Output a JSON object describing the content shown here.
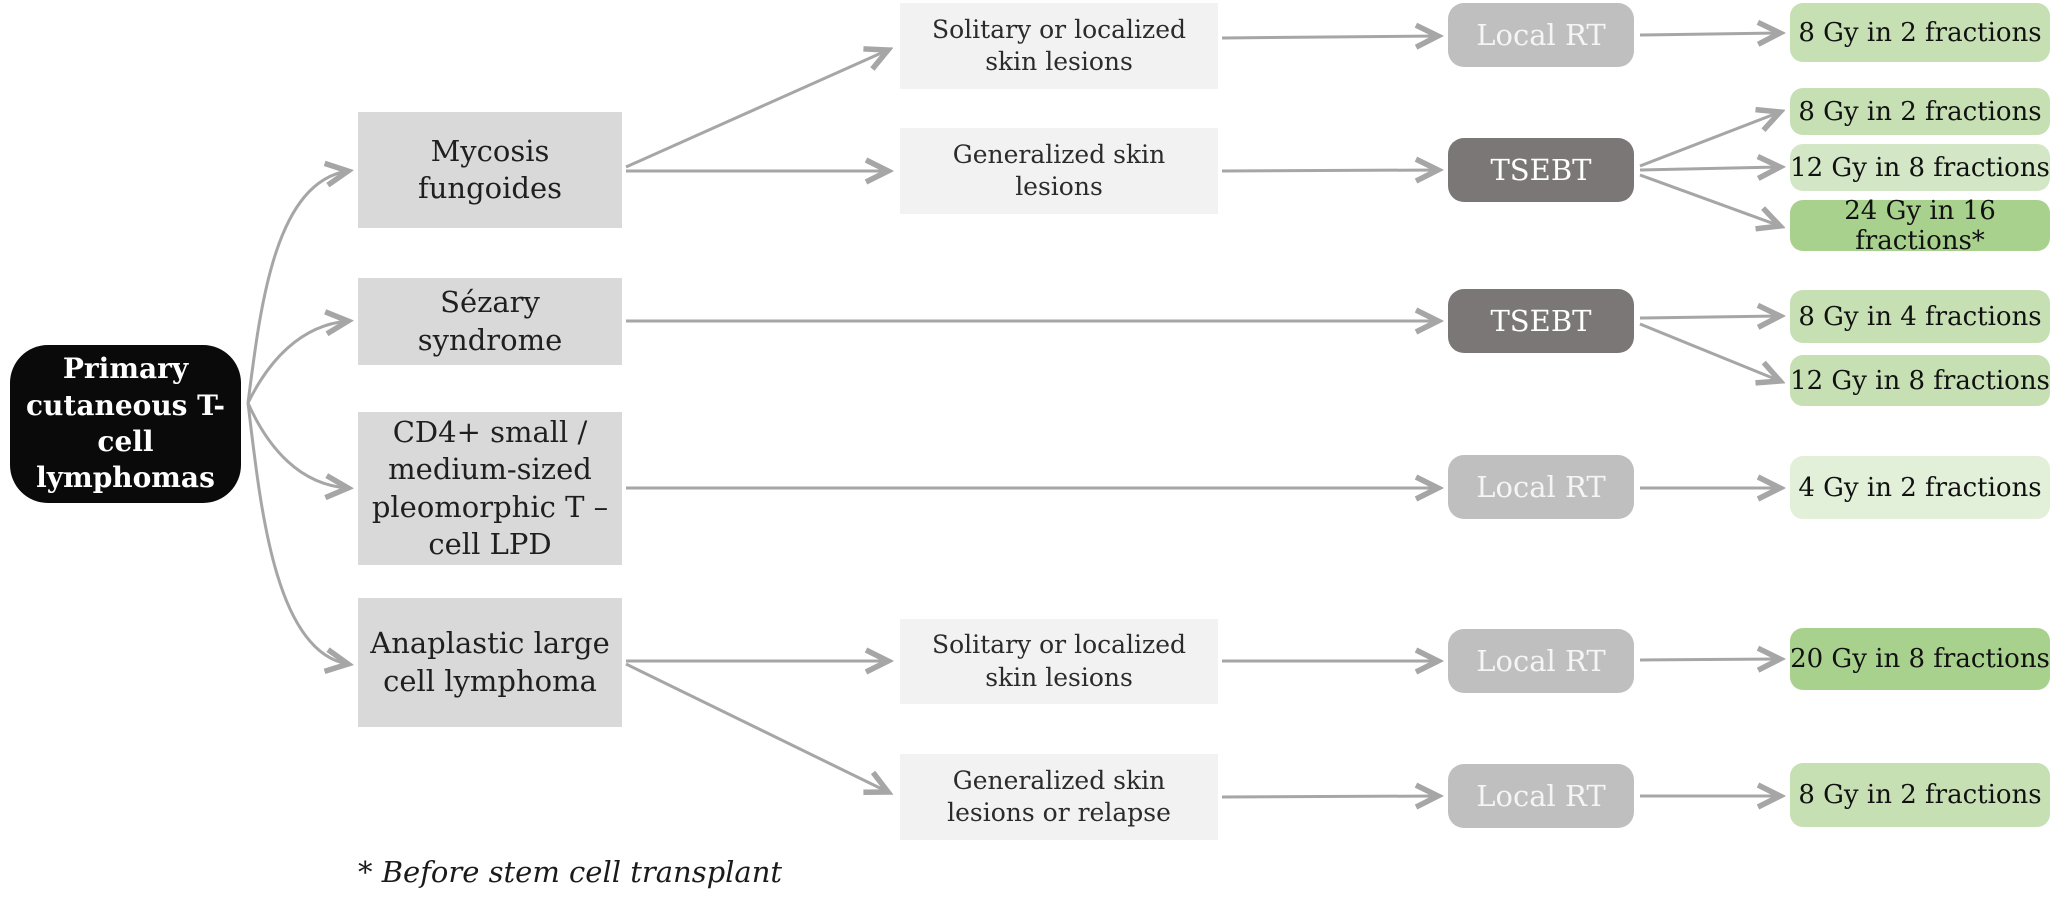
{
  "root": {
    "label": "Primary cutaneous T-cell lymphomas"
  },
  "pathways": [
    {
      "diagnosis": "Mycosis fungoides",
      "branches": [
        {
          "presentation": "Solitary or localized skin lesions",
          "treatment": "Local RT",
          "doses": [
            "8 Gy in 2 fractions"
          ]
        },
        {
          "presentation": "Generalized skin lesions",
          "treatment": "TSEBT",
          "doses": [
            "8 Gy in 2 fractions",
            "12 Gy in 8 fractions",
            "24 Gy in 16 fractions*"
          ]
        }
      ]
    },
    {
      "diagnosis": "Sézary syndrome",
      "branches": [
        {
          "presentation": "",
          "treatment": "TSEBT",
          "doses": [
            "8 Gy in 4 fractions",
            "12 Gy in 8 fractions"
          ]
        }
      ]
    },
    {
      "diagnosis": "CD4+ small / medium-sized pleomorphic T – cell  LPD",
      "branches": [
        {
          "presentation": "",
          "treatment": "Local RT",
          "doses": [
            "4 Gy in 2 fractions"
          ]
        }
      ]
    },
    {
      "diagnosis": "Anaplastic large cell lymphoma",
      "branches": [
        {
          "presentation": "Solitary or localized skin lesions",
          "treatment": "Local RT",
          "doses": [
            "20 Gy in 8 fractions"
          ]
        },
        {
          "presentation": "Generalized skin lesions or relapse",
          "treatment": "Local RT",
          "doses": [
            "8 Gy in 2 fractions"
          ]
        }
      ]
    }
  ],
  "footnote": {
    "text": "* Before stem cell transplant"
  },
  "colors": {
    "root_bg": "#0a0a0a",
    "diagnosis_bg": "#d9d9d9",
    "presentation_bg": "#f2f2f2",
    "local_rt_bg": "#bfbfbf",
    "tsebt_bg": "#7b7777",
    "dose_green": "#c6e0b4",
    "dose_green_lighter": "#d3e6c6",
    "dose_green_dark": "#a9d18e",
    "dose_green_pale": "#e2efd9",
    "connector": "#a6a6a6"
  }
}
